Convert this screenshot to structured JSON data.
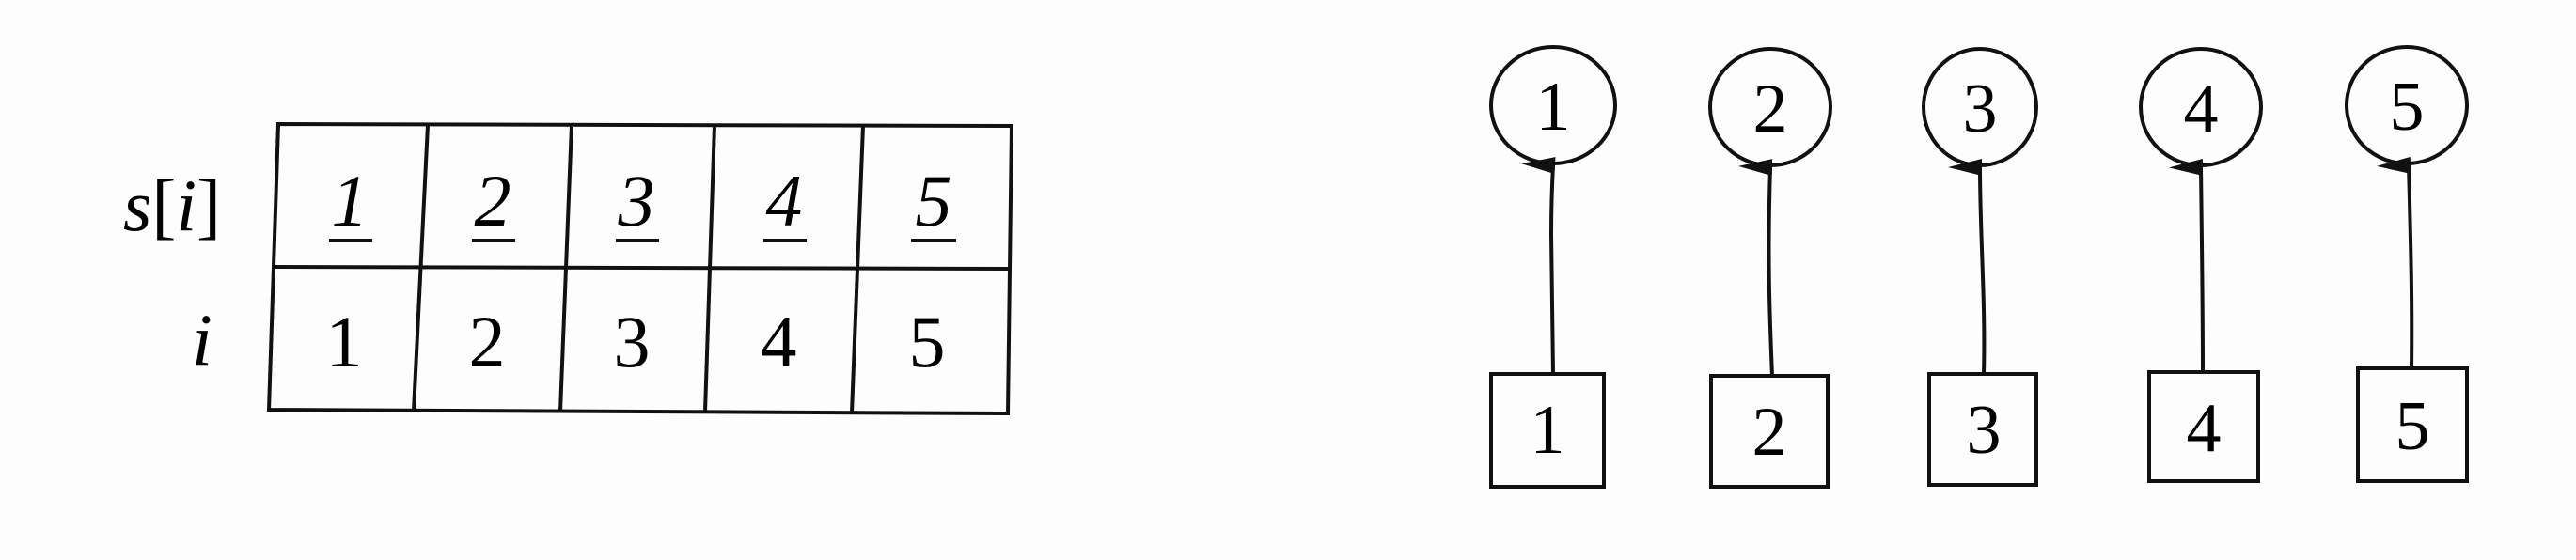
{
  "table": {
    "row_labels": {
      "s": "s",
      "i_in_brackets": "i",
      "i": "i"
    },
    "s_values": [
      "1",
      "2",
      "3",
      "4",
      "5"
    ],
    "i_values": [
      "1",
      "2",
      "3",
      "4",
      "5"
    ]
  },
  "graph": {
    "circle_nodes": [
      "1",
      "2",
      "3",
      "4",
      "5"
    ],
    "square_nodes": [
      "1",
      "2",
      "3",
      "4",
      "5"
    ]
  }
}
